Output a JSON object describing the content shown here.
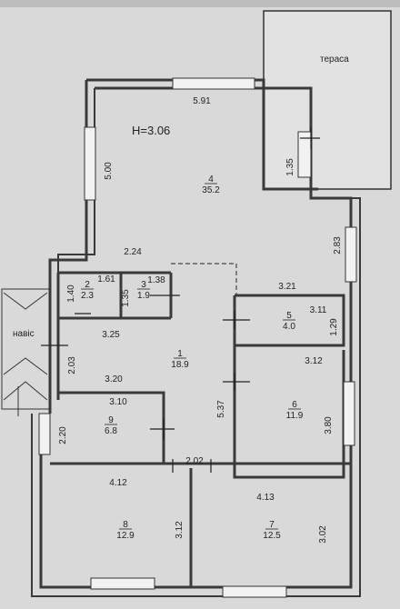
{
  "plan": {
    "height_label": "H=3.06",
    "terrace_label": "тераса",
    "canopy_label": "навіс",
    "colors": {
      "wall": "#3a3a3a",
      "paper": "#dcdcdc",
      "ink": "#222222",
      "background": "#1f1f1f"
    },
    "rooms": [
      {
        "num": "1",
        "area": "18.9"
      },
      {
        "num": "2",
        "area": "2.3"
      },
      {
        "num": "3",
        "area": "1.9"
      },
      {
        "num": "4",
        "area": "35.2"
      },
      {
        "num": "5",
        "area": "4.0"
      },
      {
        "num": "6",
        "area": "11.9"
      },
      {
        "num": "7",
        "area": "12.5"
      },
      {
        "num": "8",
        "area": "12.9"
      },
      {
        "num": "9",
        "area": "6.8"
      }
    ],
    "dimensions": [
      "5.91",
      "5.00",
      "1.35",
      "2.83",
      "2.24",
      "1.61",
      "1.38",
      "1.40",
      "1.35",
      "3.21",
      "3.11",
      "1.29",
      "3.25",
      "2.03",
      "3.20",
      "5.37",
      "3.12",
      "3.10",
      "2.20",
      "3.80",
      "2.02",
      "4.12",
      "4.13",
      "3.12",
      "3.02"
    ]
  }
}
